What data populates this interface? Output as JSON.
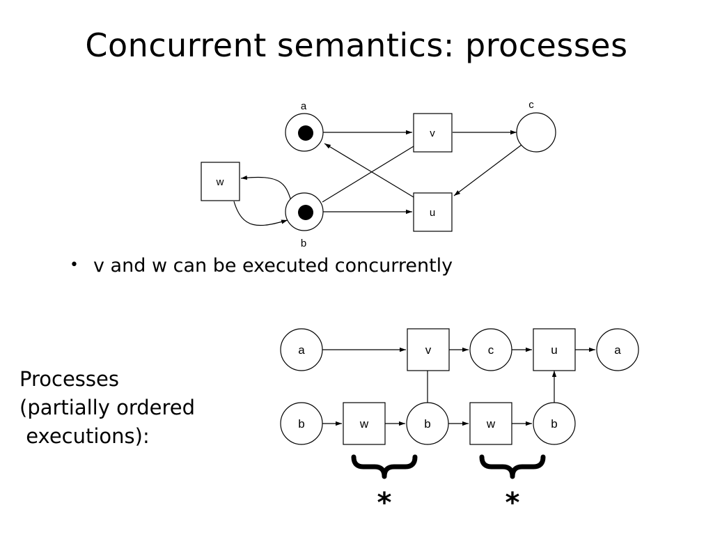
{
  "slide": {
    "title": "Concurrent semantics: processes",
    "bullet": "v and w can be executed concurrently",
    "side_label_lines": [
      "Processes",
      "(partially ordered",
      " executions):"
    ]
  },
  "petri_net": {
    "places": [
      {
        "id": "a",
        "label": "a",
        "tokens": 1
      },
      {
        "id": "b",
        "label": "b",
        "tokens": 1
      },
      {
        "id": "c",
        "label": "c",
        "tokens": 0
      }
    ],
    "transitions": [
      {
        "id": "v",
        "label": "v"
      },
      {
        "id": "u",
        "label": "u"
      },
      {
        "id": "w",
        "label": "w"
      }
    ],
    "arcs": [
      [
        "a",
        "v"
      ],
      [
        "v",
        "c"
      ],
      [
        "c",
        "u"
      ],
      [
        "u",
        "a"
      ],
      [
        "b",
        "u"
      ],
      [
        "b",
        "v"
      ],
      [
        "b",
        "w"
      ],
      [
        "w",
        "b"
      ]
    ]
  },
  "process": {
    "top_row": [
      "a",
      "v",
      "c",
      "u",
      "a"
    ],
    "bottom_row": [
      "b",
      "w",
      "b",
      "w",
      "b"
    ],
    "star": "*"
  }
}
